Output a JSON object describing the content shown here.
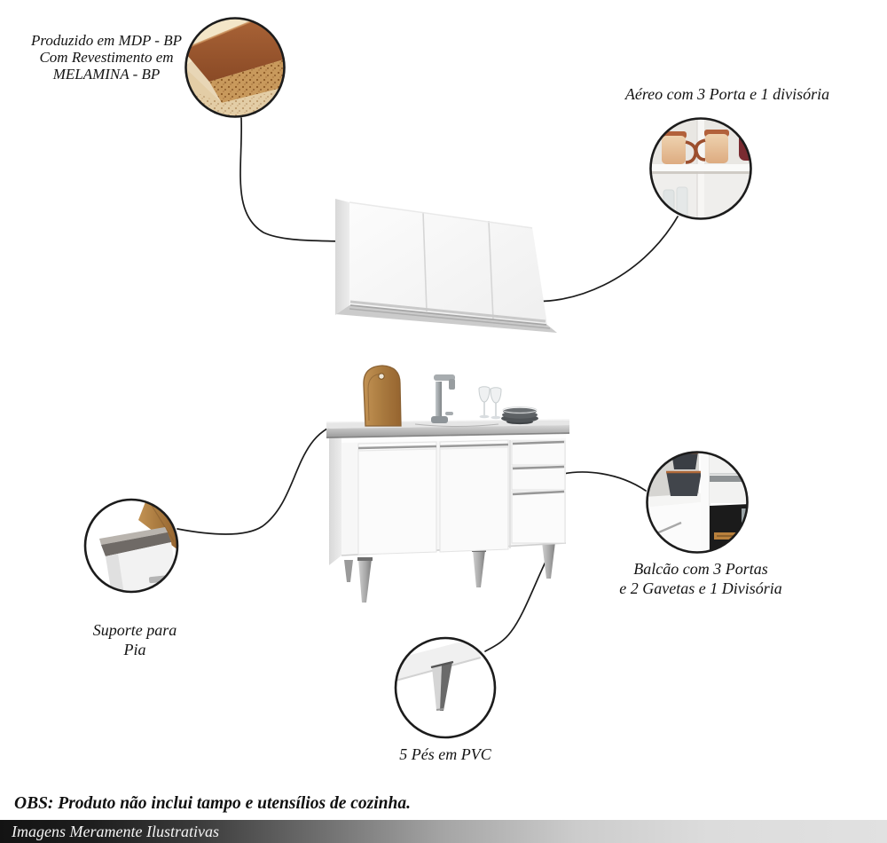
{
  "annotations": {
    "material": {
      "lines": [
        "Produzido em MDP - BP",
        "Com Revestimento em",
        "MELAMINA - BP"
      ]
    },
    "aereo": {
      "label": "Aéreo com 3 Porta e 1 divisória"
    },
    "suporte": {
      "lines": [
        "Suporte para",
        "Pia"
      ]
    },
    "balcao": {
      "lines": [
        "Balcão com 3 Portas",
        "e 2 Gavetas e 1 Divisória"
      ]
    },
    "pes": {
      "label": "5 Pés em PVC"
    }
  },
  "note": {
    "obs": "OBS: Produto não inclui tampo e utensílios de cozinha."
  },
  "footer": {
    "text": "Imagens Meramente Ilustrativas"
  },
  "colors": {
    "background": "#ffffff",
    "callout_border": "#1c1c1c",
    "connector_line": "#1c1c1c",
    "cabinet_white": "#f8f8f8",
    "cabinet_shadow": "#d2d2d2",
    "counter_steel": "#b5b5b5",
    "wood_board": "#b5854f",
    "mdp_brown": "#9a5c30",
    "copper_mug_rim": "#b2613b",
    "jug_maroon": "#7a2b31",
    "footer_bar_left": "#131313",
    "footer_bar_right": "#e1e1e1",
    "footer_text": "#f4f4f4"
  }
}
